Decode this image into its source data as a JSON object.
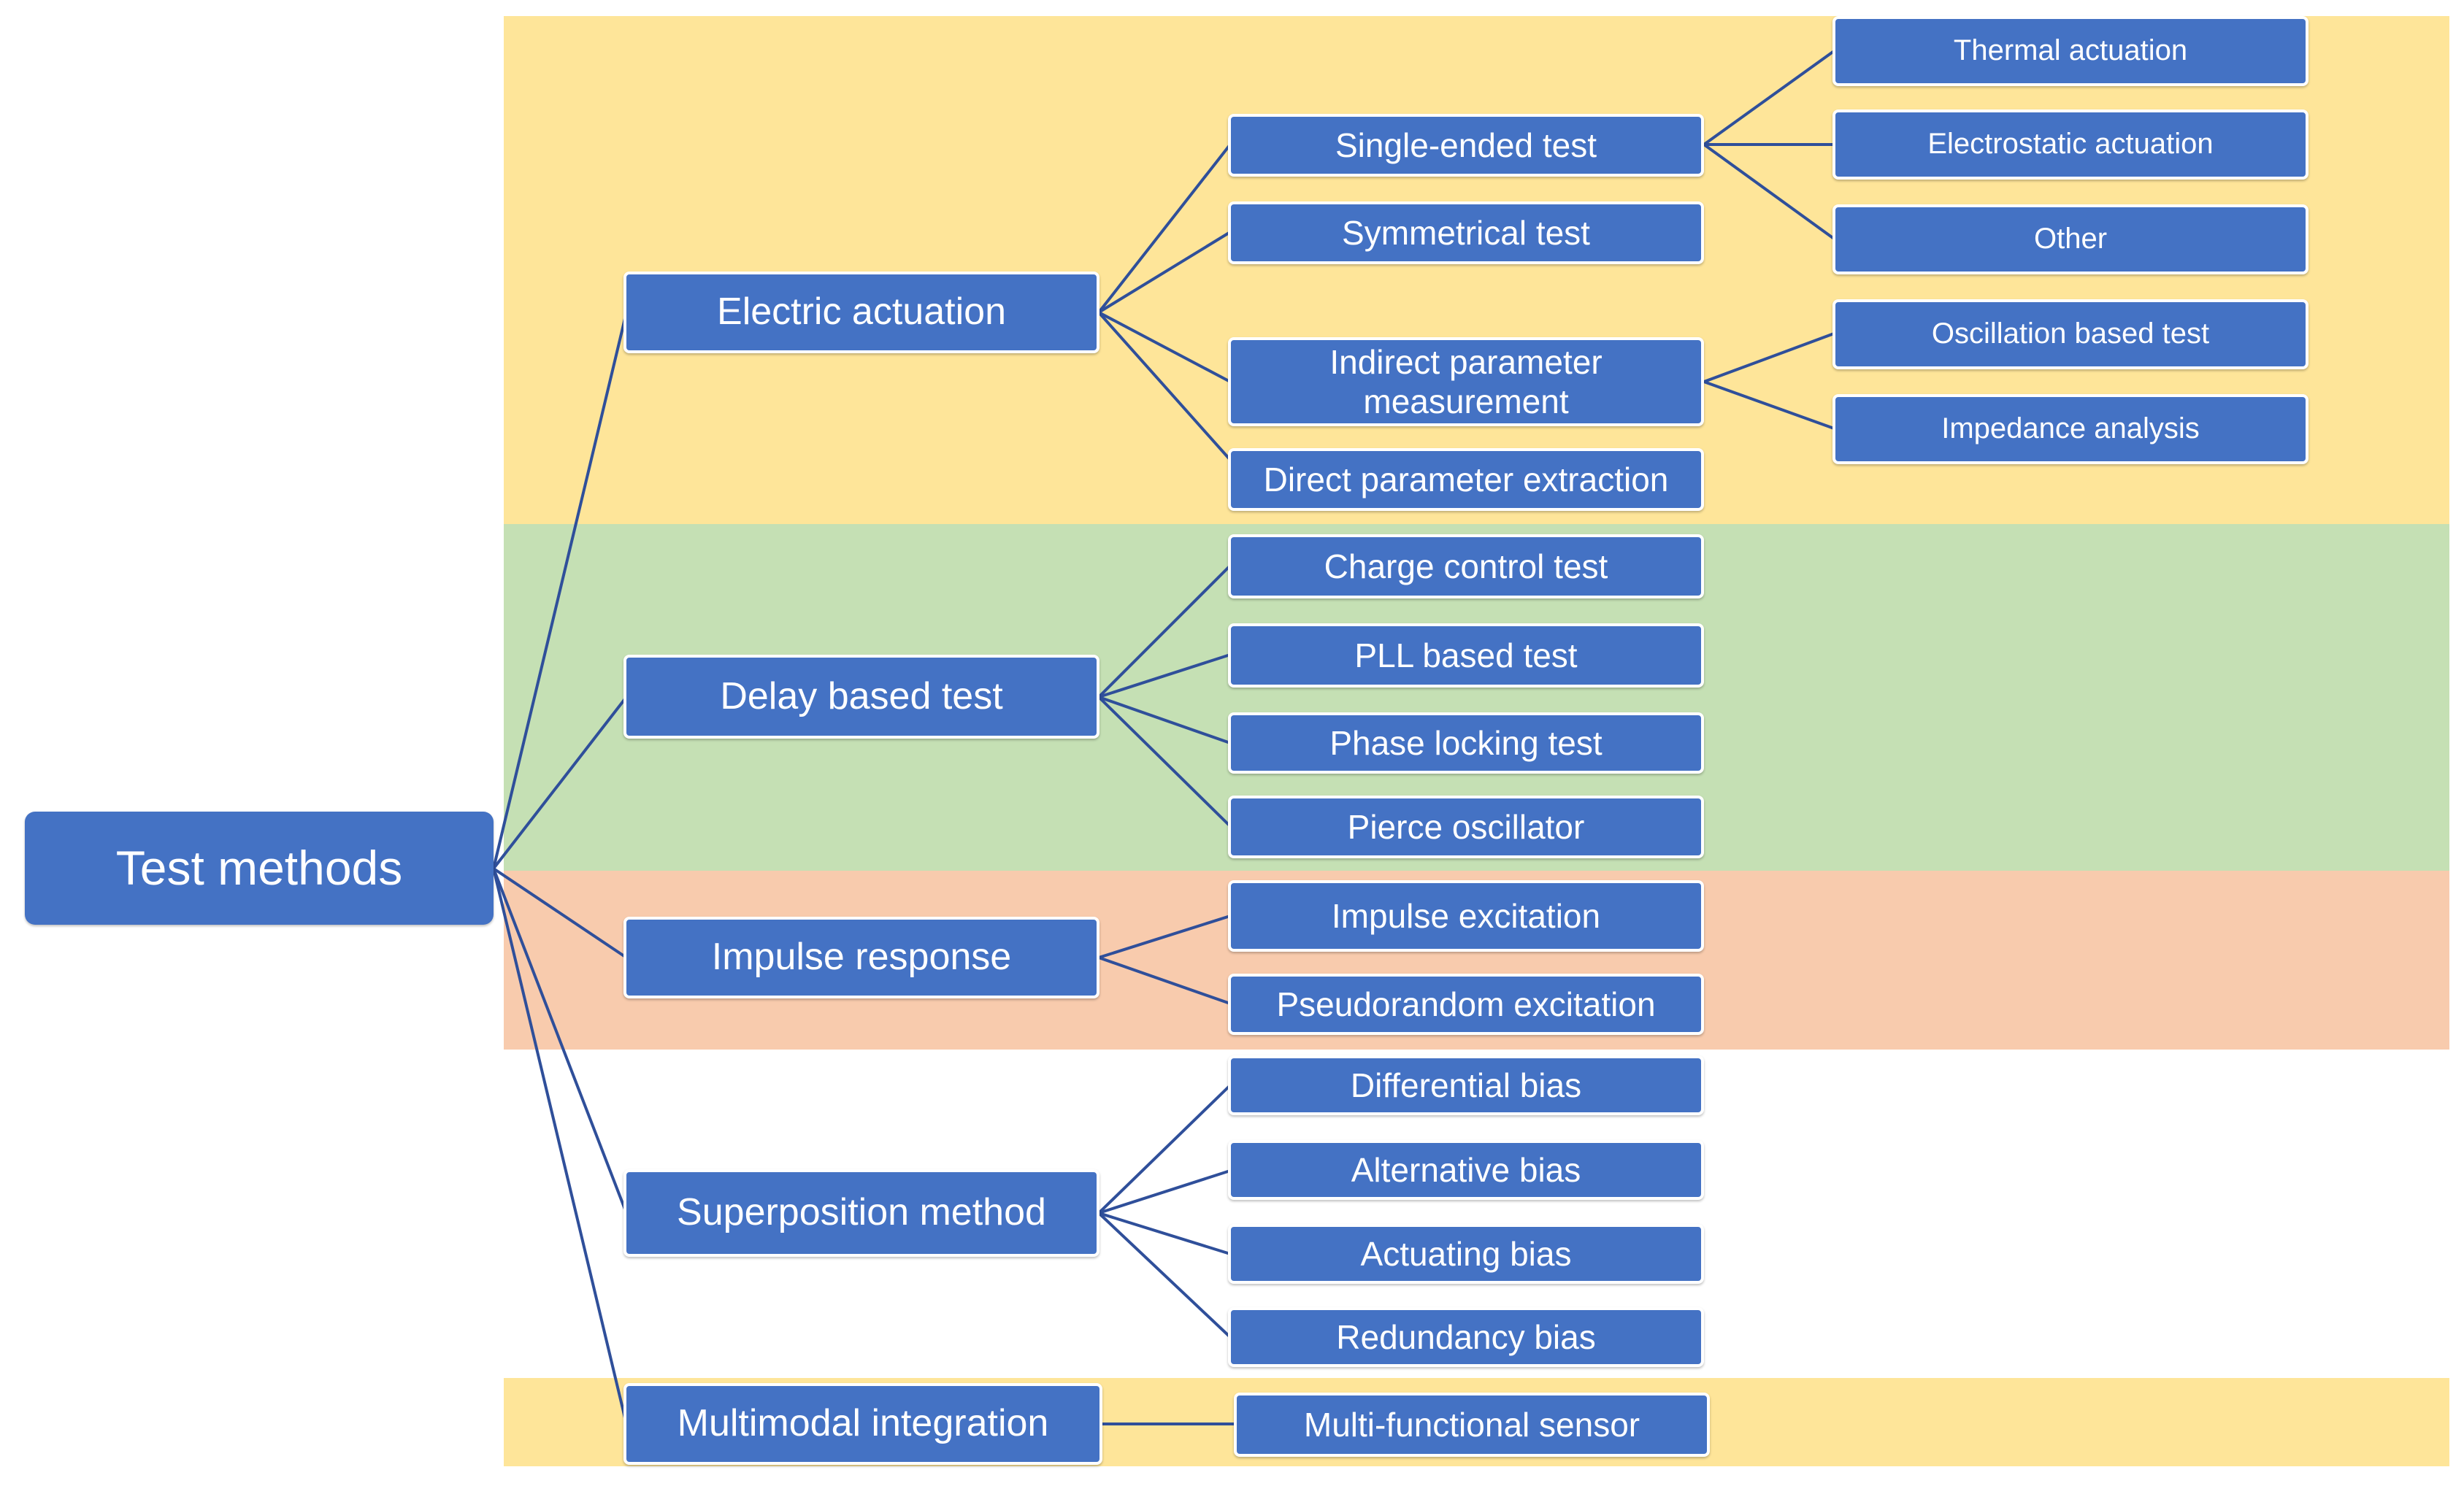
{
  "root": {
    "label": "Test methods"
  },
  "colors": {
    "node_fill": "#4472C4",
    "node_text": "#FFFFFF",
    "connector": "#2F4F9A",
    "band_yellow": "#FEE599",
    "band_green": "#C5E0B4",
    "band_orange": "#F8CBAD"
  },
  "categories": [
    {
      "label": "Electric actuation",
      "children": [
        {
          "label": "Single-ended test",
          "children": [
            "Thermal actuation",
            "Electrostatic actuation",
            "Other"
          ]
        },
        {
          "label": "Symmetrical test"
        },
        {
          "label": "Indirect parameter\nmeasurement",
          "children": [
            "Oscillation based test",
            "Impedance analysis"
          ]
        },
        {
          "label": "Direct parameter extraction"
        }
      ]
    },
    {
      "label": "Delay based test",
      "children": [
        {
          "label": "Charge control test"
        },
        {
          "label": "PLL based test"
        },
        {
          "label": "Phase locking test"
        },
        {
          "label": "Pierce oscillator"
        }
      ]
    },
    {
      "label": "Impulse response",
      "children": [
        {
          "label": "Impulse excitation"
        },
        {
          "label": "Pseudorandom excitation"
        }
      ]
    },
    {
      "label": "Superposition method",
      "children": [
        {
          "label": "Differential bias"
        },
        {
          "label": "Alternative bias"
        },
        {
          "label": "Actuating bias"
        },
        {
          "label": "Redundancy bias"
        }
      ]
    },
    {
      "label": "Multimodal integration",
      "children": [
        {
          "label": "Multi-functional sensor"
        }
      ]
    }
  ]
}
